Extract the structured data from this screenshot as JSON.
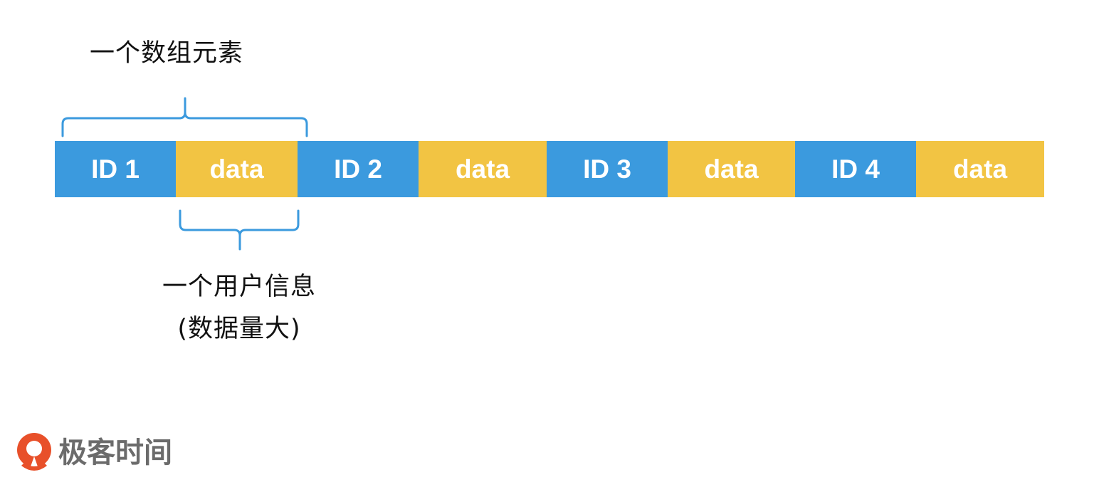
{
  "labels": {
    "array_element": "一个数组元素",
    "user_info_line1": "一个用户信息",
    "user_info_line2": "(数据量大)"
  },
  "cells": [
    {
      "text": "ID 1",
      "kind": "id"
    },
    {
      "text": "data",
      "kind": "data"
    },
    {
      "text": "ID 2",
      "kind": "id"
    },
    {
      "text": "data",
      "kind": "data"
    },
    {
      "text": "ID 3",
      "kind": "id"
    },
    {
      "text": "data",
      "kind": "data"
    },
    {
      "text": "ID 4",
      "kind": "id"
    },
    {
      "text": "data",
      "kind": "data"
    }
  ],
  "colors": {
    "id": "#3b9ade",
    "data": "#f2c443",
    "bracket": "#3b9ade",
    "logo": "#e8502a"
  },
  "logo": {
    "text": "极客时间",
    "icon": "geektime-logo-icon"
  }
}
